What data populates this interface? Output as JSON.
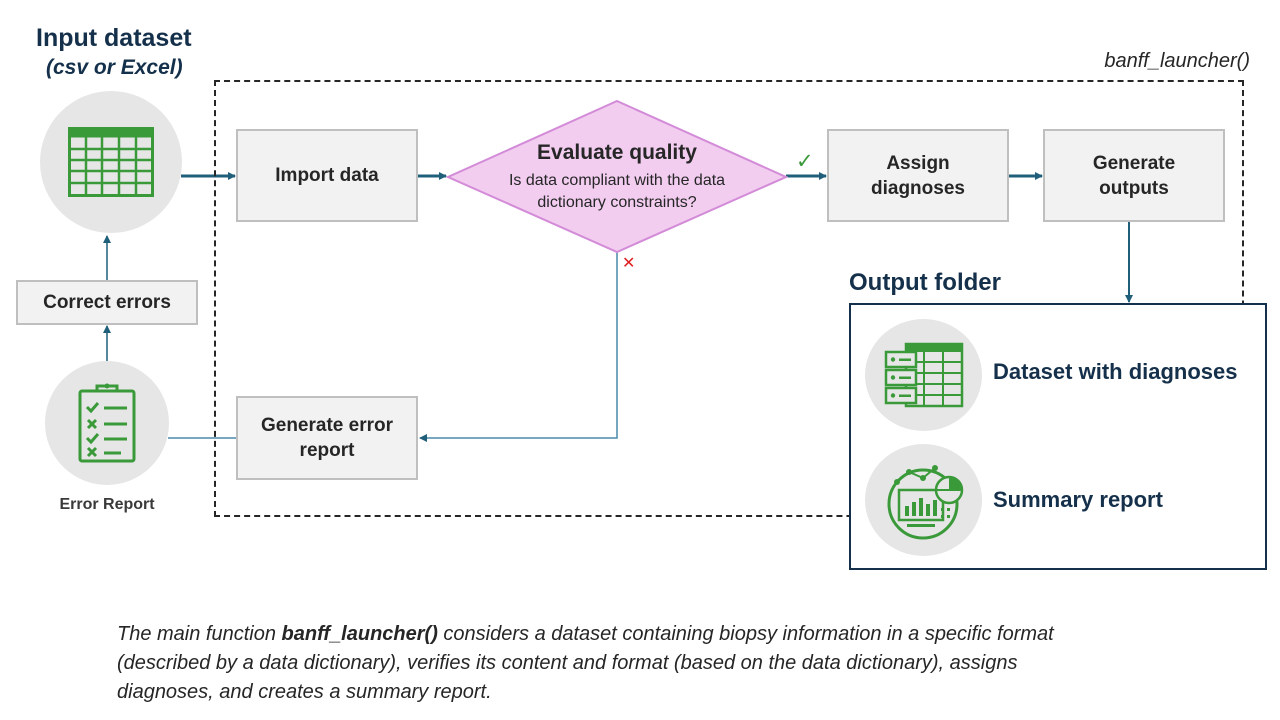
{
  "input": {
    "title": "Input dataset",
    "subtitle": "(csv or Excel)",
    "icon": "spreadsheet-icon"
  },
  "launcher": {
    "label": "banff_launcher()"
  },
  "steps": {
    "import": "Import data",
    "quality_title": "Evaluate quality",
    "quality_question": "Is data compliant with the data dictionary constraints?",
    "assign": "Assign diagnoses",
    "generate_outputs": "Generate outputs",
    "error_report_step": "Generate error report",
    "correct_errors": "Correct errors"
  },
  "markers": {
    "pass": "✓",
    "fail": "✕"
  },
  "error_report": {
    "label": "Error Report",
    "icon": "clipboard-checklist-icon"
  },
  "output": {
    "title": "Output folder",
    "items": [
      {
        "label": "Dataset with diagnoses",
        "icon": "dataset-table-icon"
      },
      {
        "label": "Summary report",
        "icon": "report-dashboard-icon"
      }
    ]
  },
  "caption": {
    "pre": "The main function ",
    "function": "banff_launcher()",
    "post": " considers a dataset containing biopsy information in a specific format (described by a data dictionary), verifies its content and format (based on the data dictionary), assigns diagnoses, and creates a summary report."
  },
  "colors": {
    "arrow": "#1f5f7a",
    "green": "#3a9a3a",
    "diamond_fill": "#f2cdf0",
    "diamond_stroke": "#d38bd8",
    "heading": "#14304a",
    "fail": "#e02020"
  }
}
